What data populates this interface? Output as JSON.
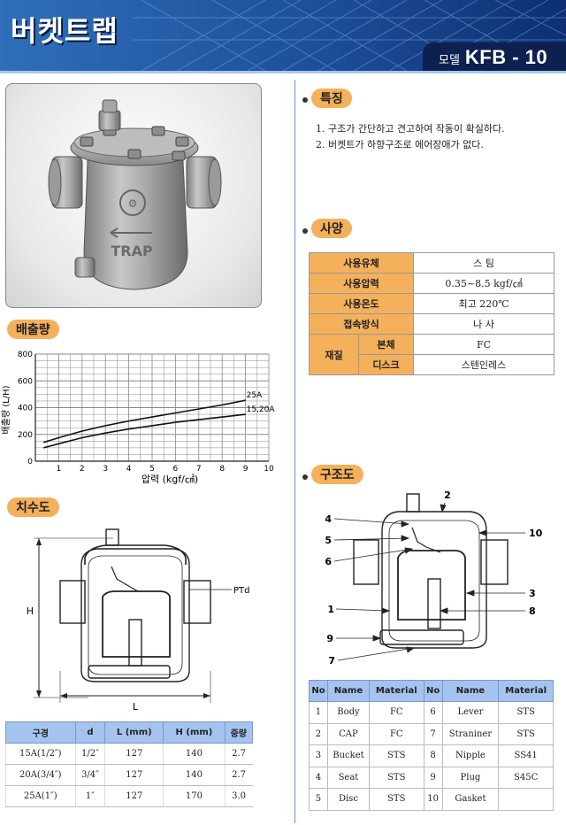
{
  "header": {
    "title": "버켓트랩",
    "model_label": "모델",
    "model_name": "KFB - 10"
  },
  "sections": {
    "features": "특징",
    "specs": "사양",
    "discharge": "배출량",
    "dimensions": "치수도",
    "structure": "구조도"
  },
  "features": [
    "1. 구조가 간단하고 견고하여 작동이 확실하다.",
    "2. 버켓트가 하향구조로 에어장애가 없다."
  ],
  "specs": {
    "fluid_label": "사용유체",
    "fluid_value": "스 팀",
    "pressure_label": "사용압력",
    "pressure_value": "0.35~8.5 kgf/㎠",
    "temp_label": "사용온도",
    "temp_value": "최고 220℃",
    "connection_label": "접속방식",
    "connection_value": "나 사",
    "material_label": "재질",
    "body_label": "본체",
    "body_value": "FC",
    "disc_label": "디스크",
    "disc_value": "스텐인레스"
  },
  "photo": {
    "casting_text": "TRAP"
  },
  "chart_data": {
    "type": "line",
    "ylabel": "배출량 (L/H)",
    "xlabel": "압력 (kgf/㎠)",
    "xlim": [
      0,
      10
    ],
    "ylim": [
      0,
      800
    ],
    "x_ticks": [
      "1",
      "2",
      "3",
      "4",
      "5",
      "6",
      "7",
      "8",
      "9",
      "10"
    ],
    "y_ticks": [
      "0",
      "200",
      "400",
      "600",
      "800"
    ],
    "grid": true,
    "series": [
      {
        "name": "25A",
        "x": [
          0.35,
          1,
          2,
          3,
          4,
          5,
          6,
          7,
          8,
          9
        ],
        "y": [
          140,
          175,
          225,
          265,
          300,
          330,
          360,
          390,
          420,
          455
        ]
      },
      {
        "name": "15,20A",
        "x": [
          0.35,
          1,
          2,
          3,
          4,
          5,
          6,
          7,
          8,
          9
        ],
        "y": [
          100,
          130,
          175,
          210,
          240,
          265,
          290,
          310,
          330,
          350
        ]
      }
    ]
  },
  "dimension_drawing": {
    "ptd_label": "PTd",
    "h_label": "H",
    "l_label": "L"
  },
  "dimension_table": {
    "headers": [
      "구경",
      "d",
      "L (mm)",
      "H (mm)",
      "중량"
    ],
    "rows": [
      [
        "15A(1/2″)",
        "1/2″",
        "127",
        "140",
        "2.7"
      ],
      [
        "20A(3/4″)",
        "3/4″",
        "127",
        "140",
        "2.7"
      ],
      [
        "25A(1″)",
        "1″",
        "127",
        "170",
        "3.0"
      ]
    ]
  },
  "structure_callouts": [
    "1",
    "2",
    "3",
    "4",
    "5",
    "6",
    "7",
    "8",
    "9",
    "10"
  ],
  "parts_table": {
    "headers": [
      "No",
      "Name",
      "Material",
      "No",
      "Name",
      "Material"
    ],
    "rows": [
      [
        "1",
        "Body",
        "FC",
        "6",
        "Lever",
        "STS"
      ],
      [
        "2",
        "CAP",
        "FC",
        "7",
        "Straniner",
        "STS"
      ],
      [
        "3",
        "Bucket",
        "STS",
        "8",
        "Nipple",
        "SS41"
      ],
      [
        "4",
        "Seat",
        "STS",
        "9",
        "Plug",
        "S45C"
      ],
      [
        "5",
        "Disc",
        "STS",
        "10",
        "Gasket",
        ""
      ]
    ]
  },
  "colors": {
    "accent": "#f4b05a",
    "header_blue": "#1d4f9a",
    "table_head": "#a4c3ee"
  }
}
